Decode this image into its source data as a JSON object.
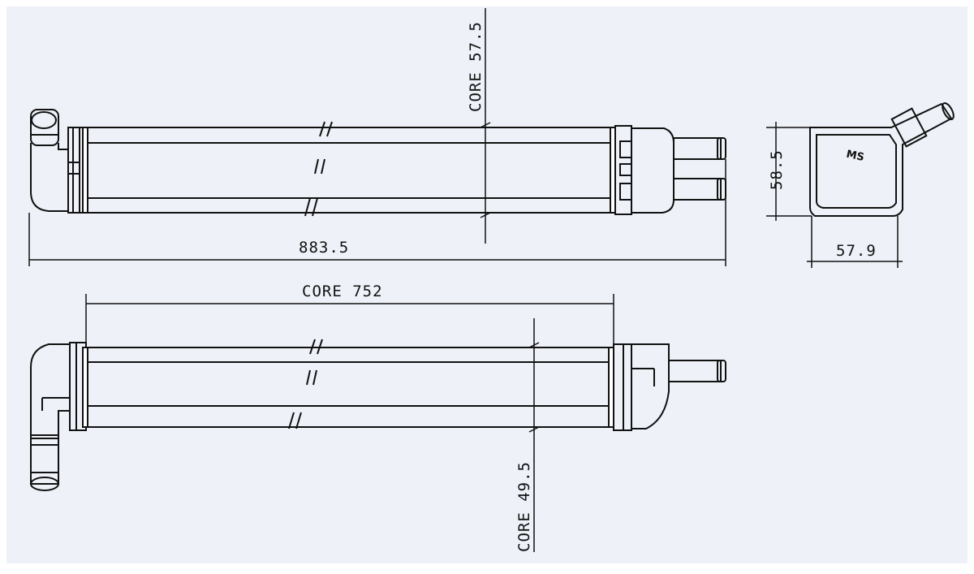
{
  "dimensions": {
    "overall_length": "883.5",
    "core_length": "CORE 752",
    "core_height_top": "CORE 57.5",
    "core_height_bottom": "CORE 49.5",
    "side_height": "58.5",
    "side_width": "57.9"
  },
  "stamp": "MS",
  "colors": {
    "background": "#eef1f7",
    "line": "#111111",
    "panel": "#ffffff"
  }
}
